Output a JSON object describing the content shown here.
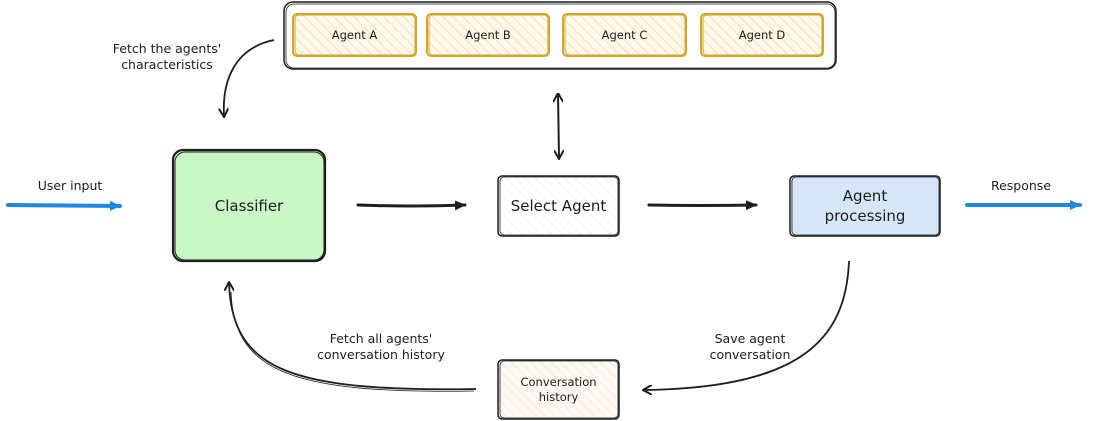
{
  "agents": [
    {
      "label": "Agent A"
    },
    {
      "label": "Agent B"
    },
    {
      "label": "Agent C"
    },
    {
      "label": "Agent D"
    }
  ],
  "nodes": {
    "classifier": "Classifier",
    "select_agent": "Select Agent",
    "agent_processing": "Agent\nprocessing",
    "conversation_history": "Conversation\nhistory"
  },
  "labels": {
    "user_input": "User input",
    "response": "Response",
    "fetch_characteristics": "Fetch the agents'\ncharacteristics",
    "fetch_history": "Fetch all agents'\nconversation history",
    "save_conversation": "Save agent\nconversation"
  },
  "colors": {
    "classifier_fill": "#c8f7c5",
    "agent_processing_fill": "#d6e6f8",
    "agent_stroke": "#d4a72c",
    "agent_hatch": "#f1e2b8",
    "history_hatch": "#f0e2c8",
    "io_arrow": "#1e88e5",
    "stroke": "#1e1e1e"
  }
}
